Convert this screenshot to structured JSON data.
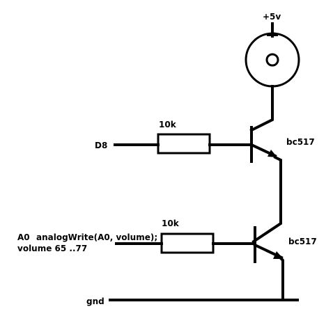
{
  "supply": {
    "label": "+5v"
  },
  "inputs": {
    "d8": {
      "label": "D8"
    },
    "a0": {
      "label": "A0",
      "code": "analogWrite(A0, volume);",
      "range": "volume 65 ..77"
    }
  },
  "resistors": [
    {
      "label": "10k"
    },
    {
      "label": "10k"
    }
  ],
  "transistors": [
    {
      "label": "bc517"
    },
    {
      "label": "bc517"
    }
  ],
  "ground": {
    "label": "gnd"
  }
}
